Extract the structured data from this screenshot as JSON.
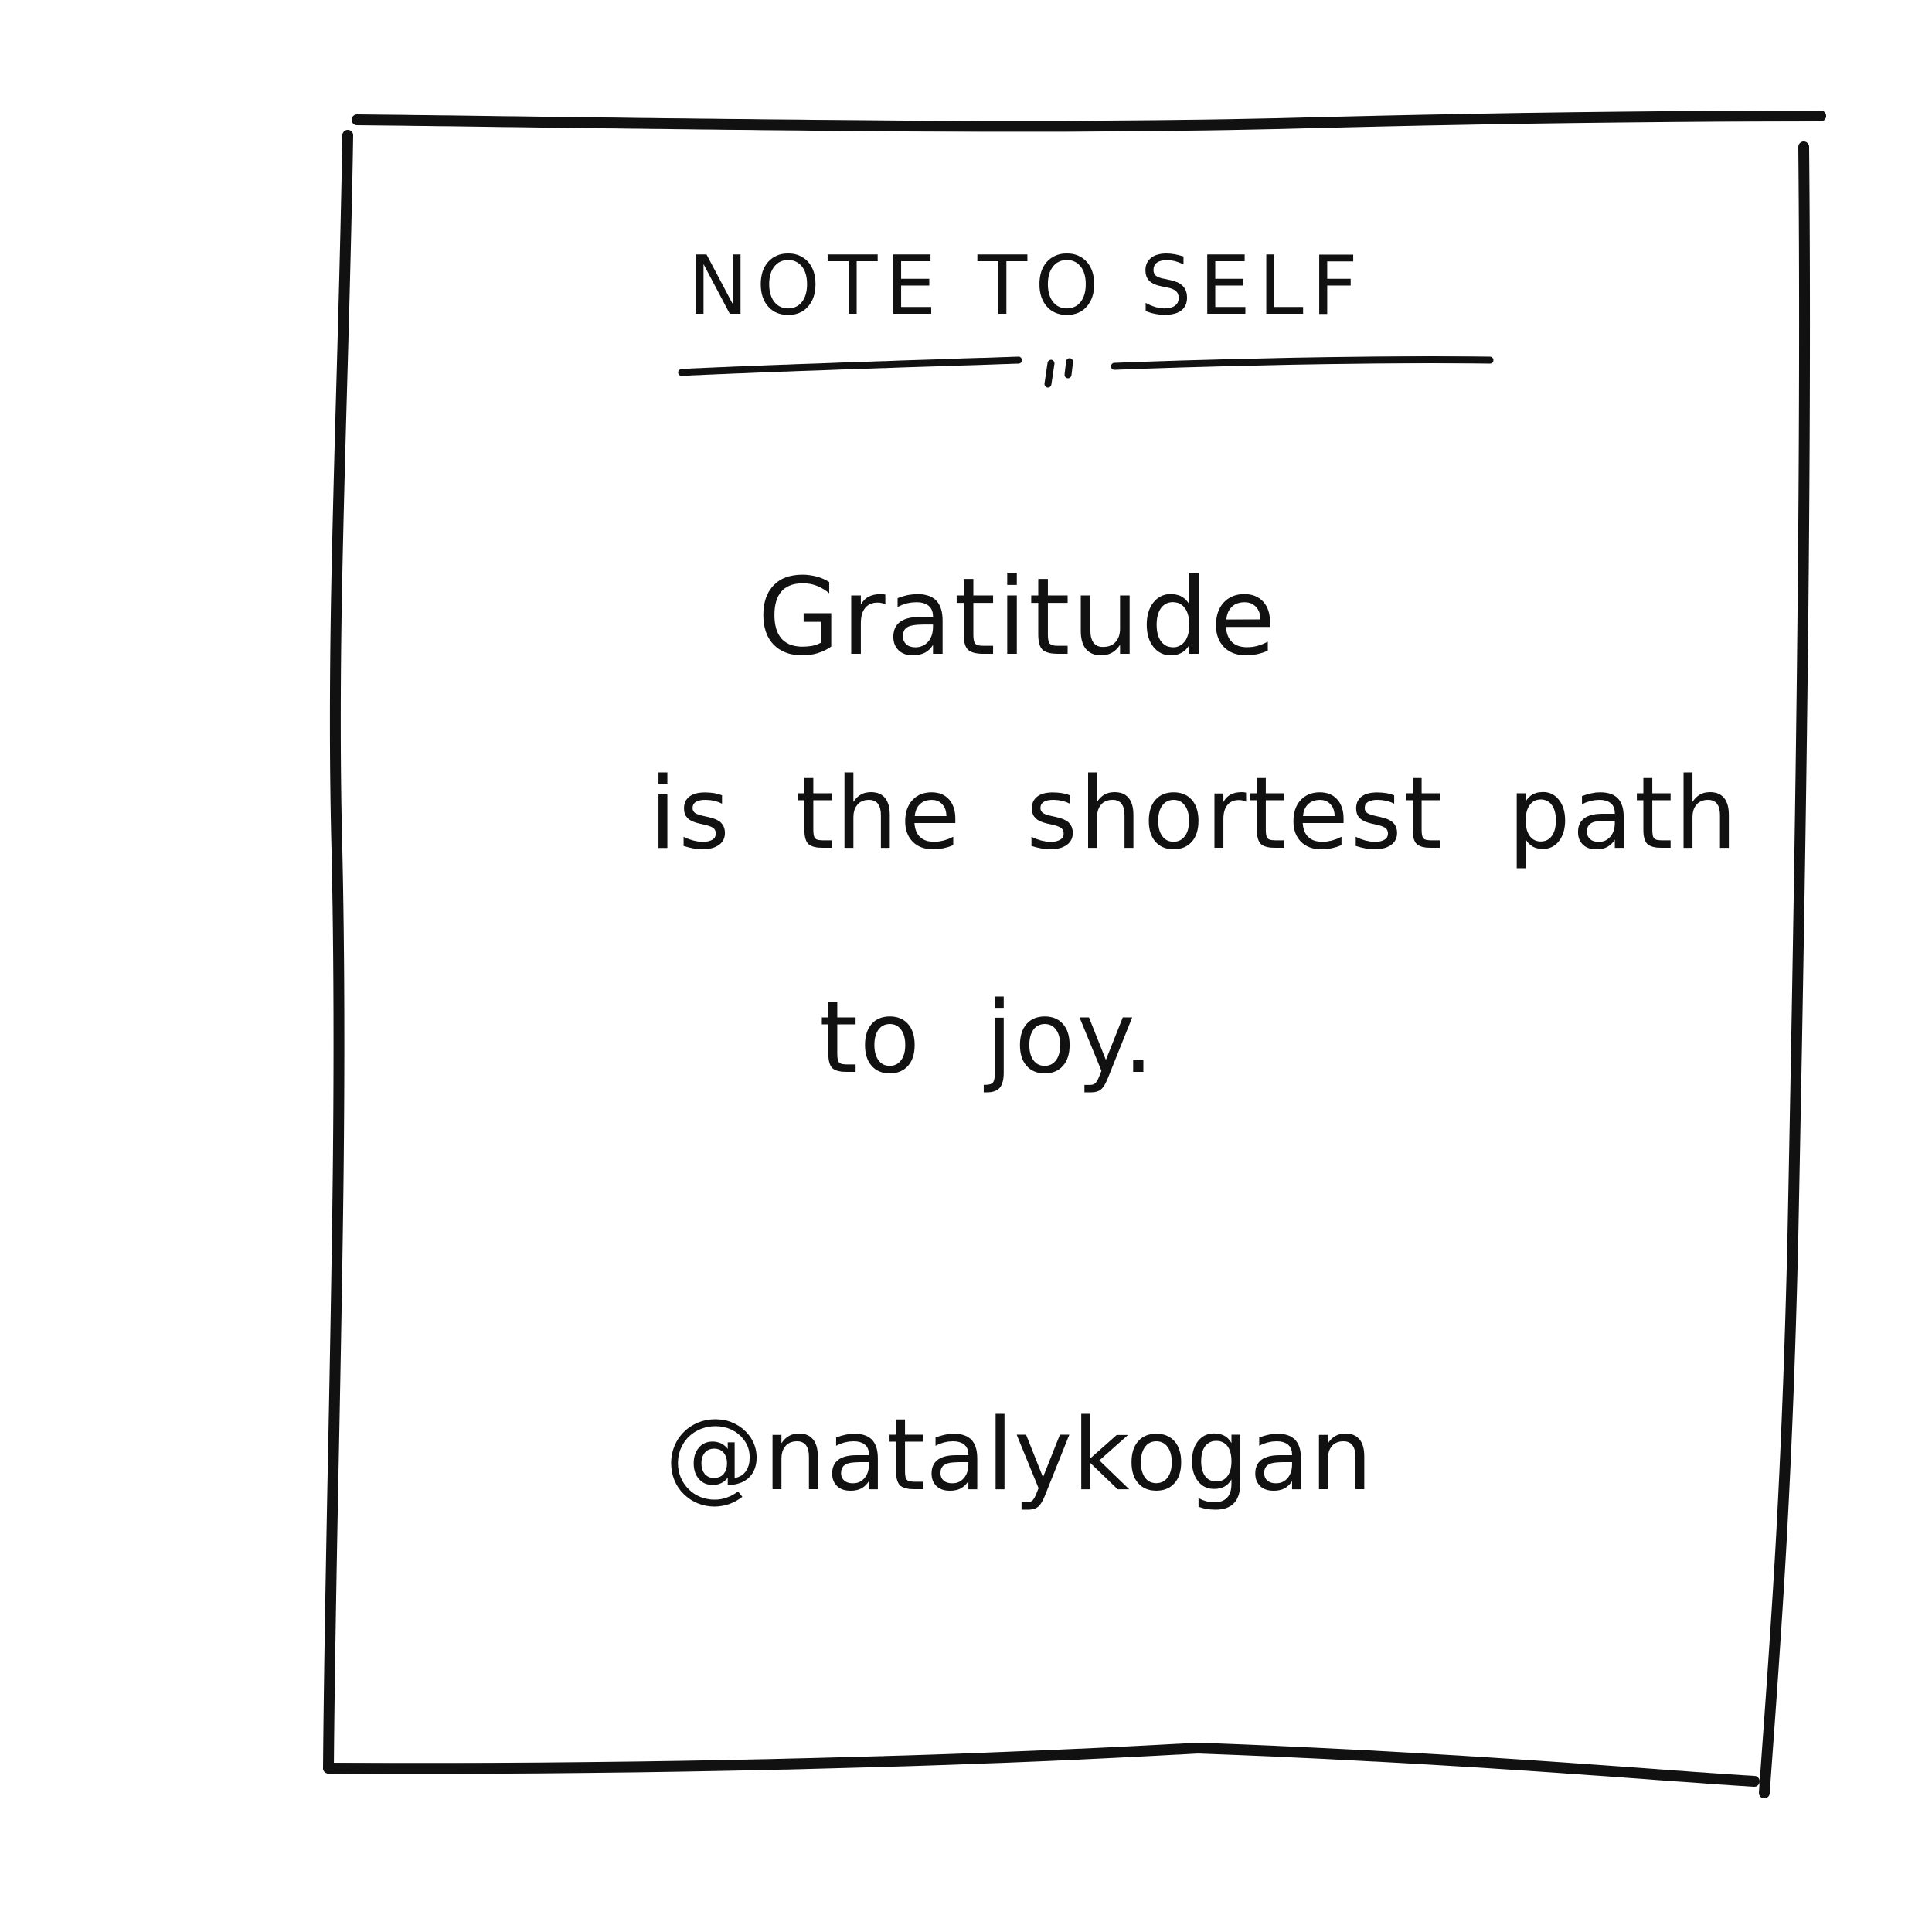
{
  "note": {
    "heading": "NOTE TO SELF",
    "quote_lines": [
      "Gratitude",
      "is the shortest path",
      "to joy."
    ],
    "signature": "@natalykogan"
  },
  "colors": {
    "ink": "#111111",
    "paper": "#ffffff"
  }
}
